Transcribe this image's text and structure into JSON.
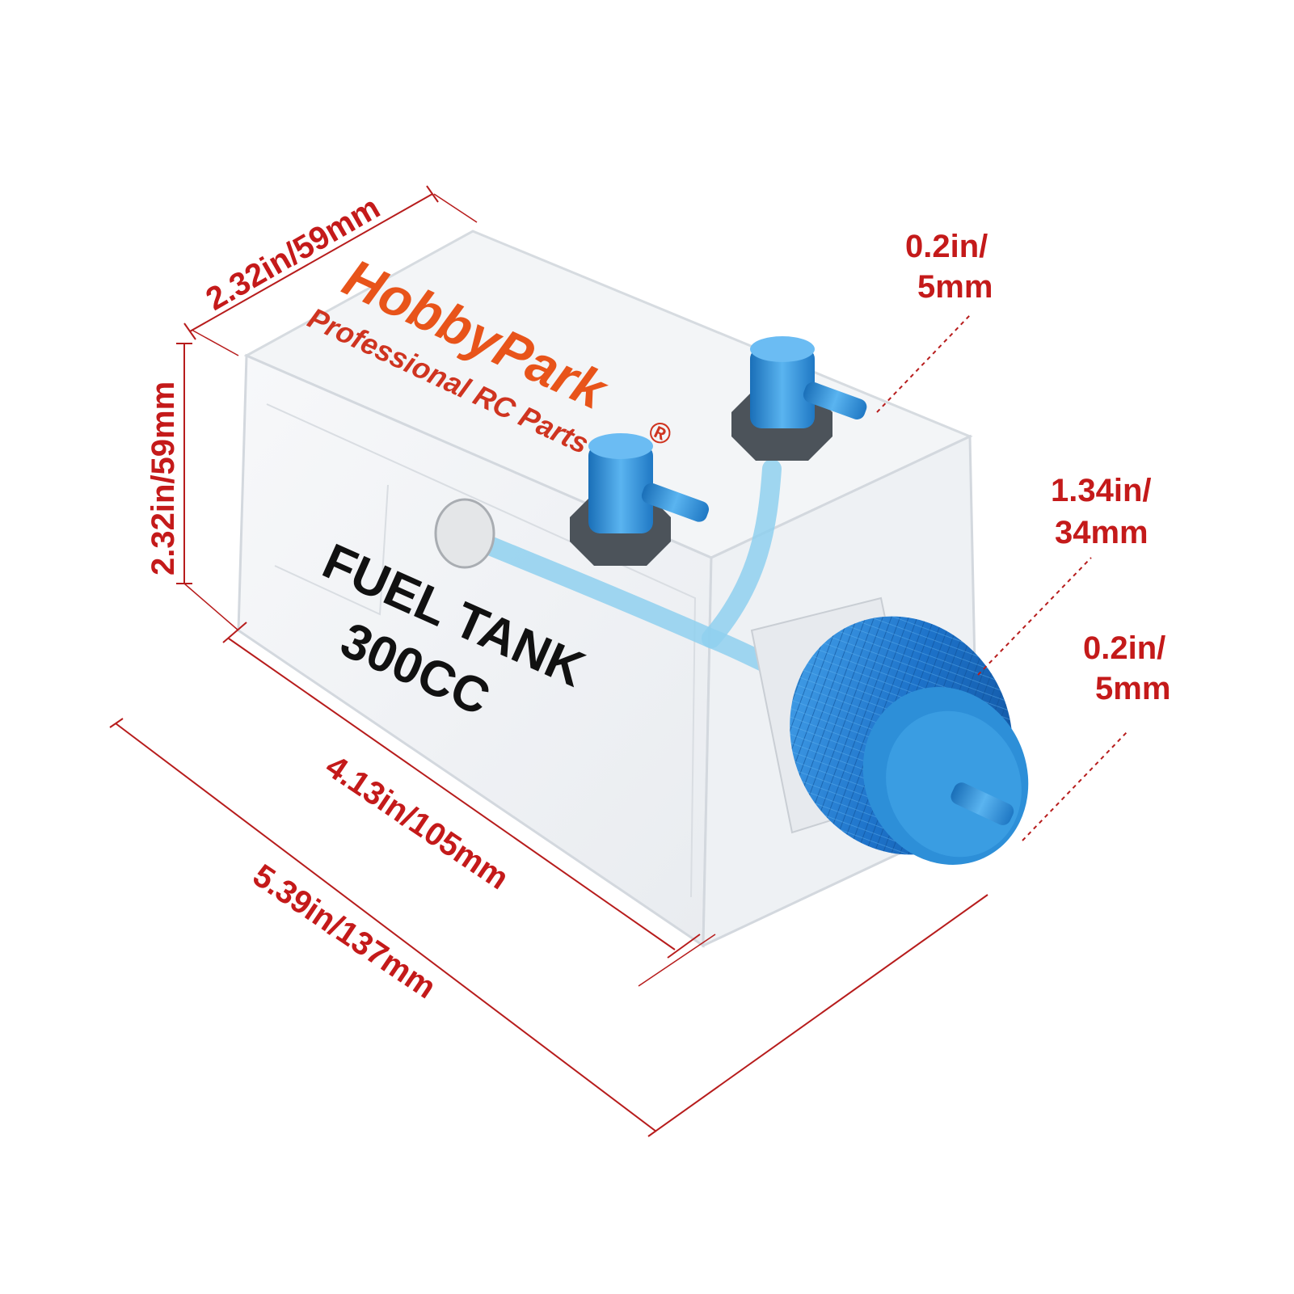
{
  "product": {
    "brand_name": "HobbyPark",
    "brand_tagline": "Professional RC Parts",
    "registered_mark": "®",
    "tank_label_line1": "FUEL TANK",
    "tank_label_line2": "300CC",
    "colors": {
      "fitting_blue": "#2d8fd8",
      "cap_blue": "#1d72c9",
      "tube_blue": "#8fd0ee",
      "brand_orange": "#e8541a",
      "dimension_red": "#c41a1a"
    }
  },
  "dimensions": {
    "top_depth": "2.32in/59mm",
    "side_height": "2.32in/59mm",
    "body_length": "4.13in/105mm",
    "total_length": "5.39in/137mm",
    "cap_diameter_line1": "1.34in/",
    "cap_diameter_line2": "34mm",
    "top_nipple_line1": "0.2in/",
    "top_nipple_line2": "5mm",
    "cap_nipple_line1": "0.2in/",
    "cap_nipple_line2": "5mm"
  }
}
